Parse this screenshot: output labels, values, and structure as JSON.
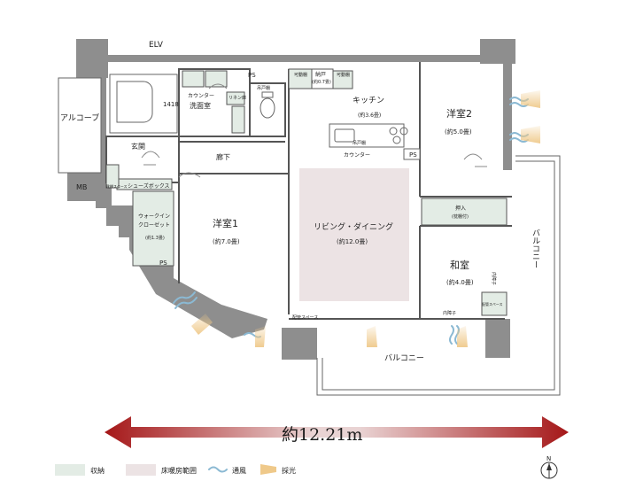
{
  "labels": {
    "elv": "ELV",
    "ps_top": "PS",
    "alcove": "アルコーブ",
    "mb": "MB",
    "entrance": "玄関",
    "bath_code": "1418",
    "counter_small": "カウンター",
    "washroom": "洗面室",
    "linen": "リネン庫",
    "toilet_shelf": "吊戸棚",
    "movable_shelf_left": "可動棚",
    "movable_shelf_right": "可動棚",
    "storage_top": "納戸",
    "storage_top_size": "(約0.7畳)",
    "kitchen": "キッチン",
    "kitchen_size": "(約3.6畳)",
    "kitchen_shelf": "吊戸棚",
    "counter": "カウンター",
    "ps_kitchen": "PS",
    "corridor": "廊下",
    "shoes_box": "シューズボックス",
    "shoes_space": "靴棚スペース",
    "wic": "ウォークイン",
    "wic2": "クローゼット",
    "wic_size": "(約1.3畳)",
    "ps_wic": "PS",
    "room1": "洋室1",
    "room1_size": "(約7.0畳)",
    "living": "リビング・ダイニング",
    "living_size": "(約12.0畳)",
    "room2": "洋室2",
    "room2_size": "(約5.0畳)",
    "oshiire": "押入",
    "oshiire_note": "(枕棚付)",
    "washitsu": "和室",
    "washitsu_size": "(約4.0畳)",
    "shoji1": "内障子",
    "shoji2": "内障子",
    "piping_space": "配管スペース",
    "piping_space2": "配管スペース",
    "balcony_bottom": "バルコニー",
    "balcony_right": "バルコニー"
  },
  "dimension": {
    "text": "約12.21m"
  },
  "legend": [
    {
      "label": "収納",
      "type": "swatch",
      "color": "#e3ece5"
    },
    {
      "label": "床暖房範囲",
      "type": "swatch",
      "color": "#ece3e4"
    },
    {
      "label": "通風",
      "type": "wind",
      "color": "#8bb9d3"
    },
    {
      "label": "採光",
      "type": "light",
      "color": "#efc98a"
    }
  ],
  "compass": {
    "label": "N"
  },
  "colors": {
    "wall": "#8e8e8e",
    "storage": "#e3ece5",
    "floor_heating": "#ece3e4",
    "arrow_dark": "#a51718",
    "arrow_light": "#ecd6d6",
    "wind": "#8bb9d3",
    "light": "#efc98a"
  }
}
